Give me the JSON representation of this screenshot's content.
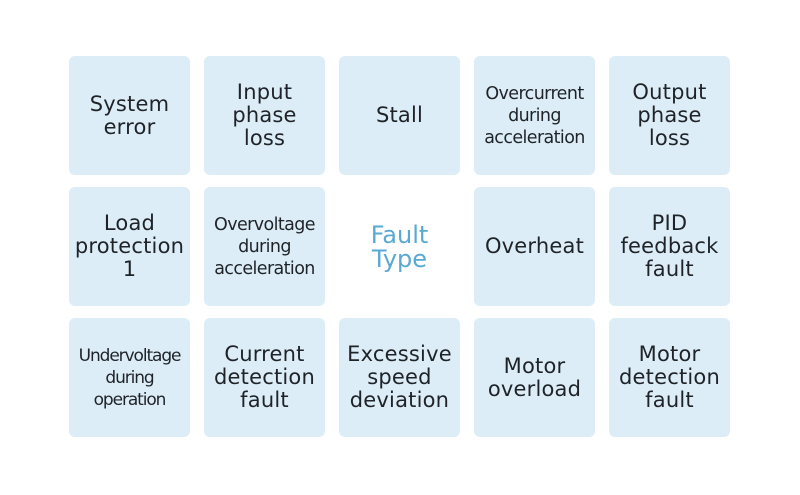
{
  "diagram": {
    "center_label": "Fault\nType",
    "tiles": [
      "System\nerror",
      "Input\nphase\nloss",
      "Stall",
      "Overcurrent\nduring\nacceleration",
      "Output\nphase\nloss",
      "Load\nprotection\n1",
      "Overvoltage\nduring\nacceleration",
      "Overheat",
      "PID\nfeedback\nfault",
      "Undervoltage\nduring\noperation",
      "Current\ndetection\nfault",
      "Excessive\nspeed\ndeviation",
      "Motor\noverload",
      "Motor\ndetection\nfault"
    ]
  },
  "colors": {
    "tile_background": "#dcedf7",
    "tile_text": "#1f2328",
    "center_text": "#5aa9d3"
  }
}
